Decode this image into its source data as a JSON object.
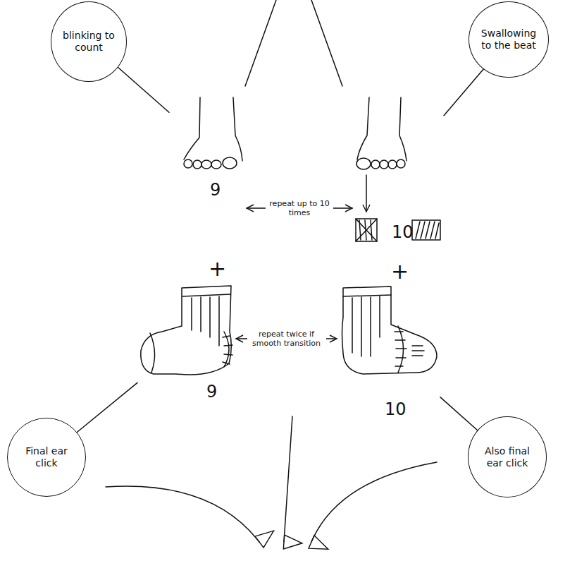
{
  "diagram": {
    "nodes": [
      {
        "text": [
          "blinking to count"
        ]
      },
      {
        "text": [
          "Swallowing to the beat"
        ]
      },
      {
        "text": [
          "9"
        ]
      },
      {
        "text": [
          "10"
        ]
      },
      {
        "text": [
          "9"
        ]
      },
      {
        "text": [
          "10"
        ]
      },
      {
        "text": [
          "Final ear click"
        ]
      },
      {
        "text": [
          "Also final ear click"
        ]
      }
    ],
    "edges": [
      {
        "from": 0,
        "to": 2,
        "arrow": "none"
      },
      {
        "from": 1,
        "to": 3,
        "arrow": "none"
      },
      {
        "from": 2,
        "to": 3,
        "label": "repeat up to 10 times",
        "arrow": "both"
      },
      {
        "from": 4,
        "to": 5,
        "label": "repeat twice if smooth transition",
        "arrow": "both"
      },
      {
        "from": 6,
        "to": 4,
        "arrow": "none"
      },
      {
        "from": 7,
        "to": 5,
        "arrow": "none"
      }
    ],
    "labels": [
      "+",
      "+"
    ]
  }
}
